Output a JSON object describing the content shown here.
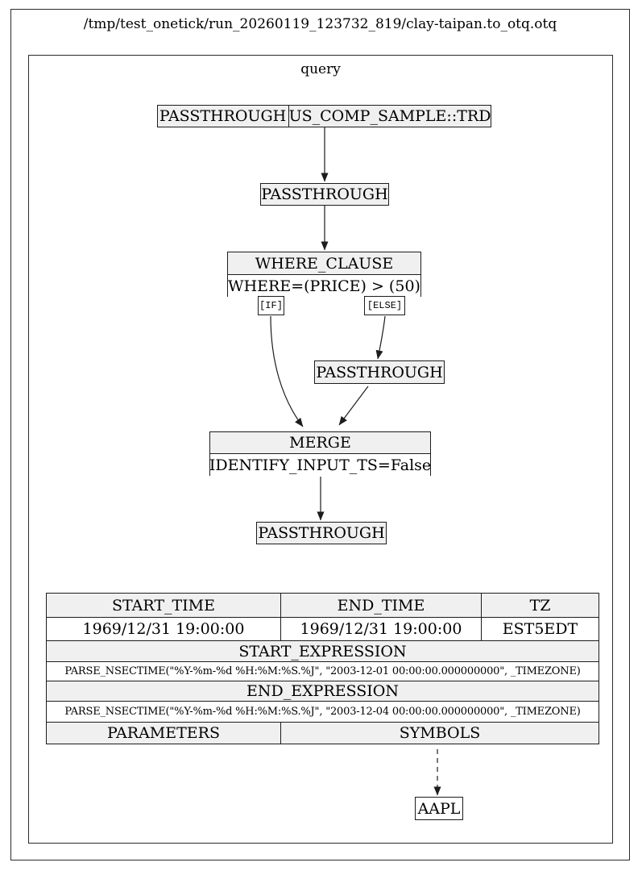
{
  "window": {
    "title": "/tmp/test_onetick/run_20260119_123732_819/clay-taipan.to_otq.otq"
  },
  "cluster": {
    "label": "query"
  },
  "graph": {
    "source_node": {
      "type_label": "PASSTHROUGH",
      "db_label": "US_COMP_SAMPLE::TRD"
    },
    "passthrough_1": {
      "label": "PASSTHROUGH"
    },
    "where_clause": {
      "title": "WHERE_CLAUSE",
      "condition": "WHERE=(PRICE) > (50)",
      "if_port": "[IF]",
      "else_port": "[ELSE]"
    },
    "passthrough_else": {
      "label": "PASSTHROUGH"
    },
    "merge": {
      "title": "MERGE",
      "param": "IDENTIFY_INPUT_TS=False"
    },
    "passthrough_out": {
      "label": "PASSTHROUGH"
    },
    "symbol_node": {
      "label": "AAPL"
    }
  },
  "info_table": {
    "start_time_header": "START_TIME",
    "end_time_header": "END_TIME",
    "tz_header": "TZ",
    "start_time": "1969/12/31 19:00:00",
    "end_time": "1969/12/31 19:00:00",
    "tz": "EST5EDT",
    "start_expression_header": "START_EXPRESSION",
    "start_expression": "PARSE_NSECTIME(\"%Y-%m-%d %H:%M:%S.%J\", \"2003-12-01 00:00:00.000000000\", _TIMEZONE)",
    "end_expression_header": "END_EXPRESSION",
    "end_expression": "PARSE_NSECTIME(\"%Y-%m-%d %H:%M:%S.%J\", \"2003-12-04 00:00:00.000000000\", _TIMEZONE)",
    "parameters_header": "PARAMETERS",
    "symbols_header": "SYMBOLS"
  },
  "colors": {
    "node_fill": "#f0f0f0",
    "cell_fill": "#ffffff",
    "line": "#1c1c1c"
  }
}
